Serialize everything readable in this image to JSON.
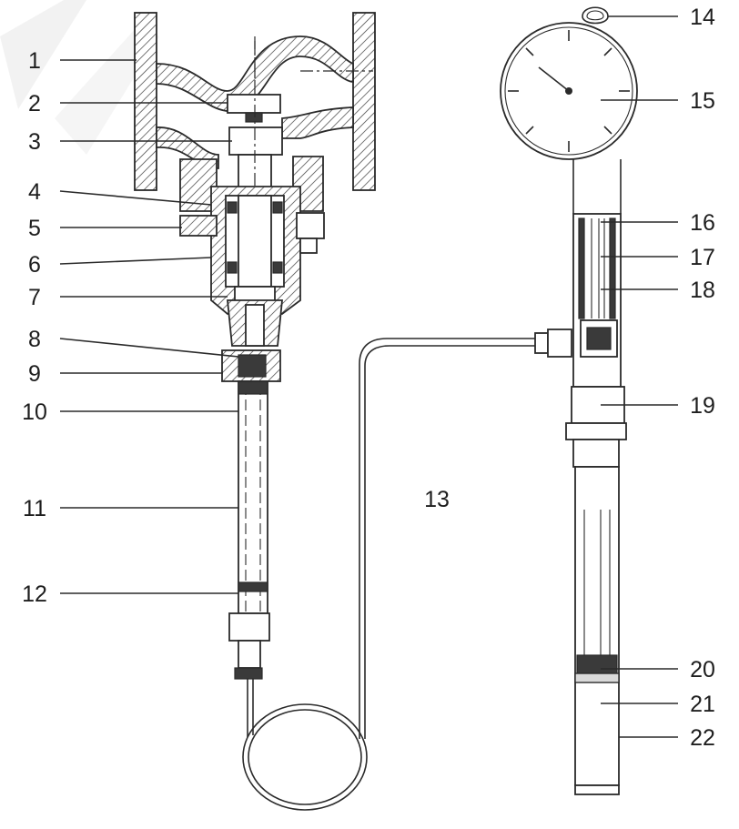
{
  "diagram": {
    "callouts": [
      "1",
      "2",
      "3",
      "4",
      "5",
      "6",
      "7",
      "8",
      "9",
      "10",
      "11",
      "12",
      "13",
      "14",
      "15",
      "16",
      "17",
      "18",
      "19",
      "20",
      "21",
      "22"
    ],
    "icons": {
      "valve": "valve-body-icon",
      "gauge": "thermometer-gauge-icon",
      "capillary": "capillary-tube-icon"
    },
    "colors": {
      "ink": "#2a2a2a",
      "watermark": "#e6e6e6",
      "background": "#ffffff"
    }
  }
}
